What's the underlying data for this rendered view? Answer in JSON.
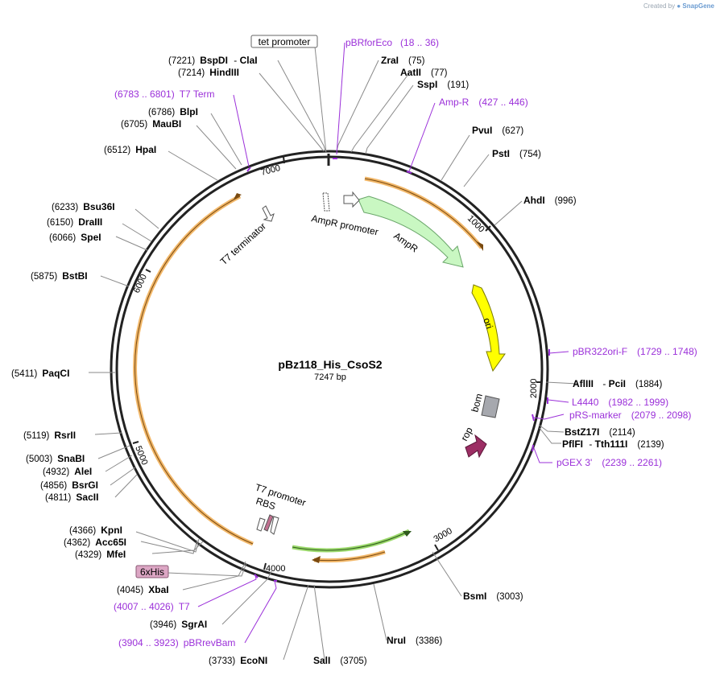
{
  "credit": {
    "prefix": "Created by",
    "brand": "SnapGene"
  },
  "plasmid": {
    "name": "pBz118_His_CsoS2",
    "size_text": "7247 bp"
  },
  "ticks": [
    "1000",
    "2000",
    "3000",
    "4000",
    "5000",
    "6000",
    "7000"
  ],
  "sites": [
    {
      "pos": "(7221)",
      "name": "BspDI",
      "name2": "ClaI"
    },
    {
      "pos": "(7214)",
      "name": "HindIII"
    },
    {
      "pos": "(75)",
      "name": "ZraI"
    },
    {
      "pos": "(77)",
      "name": "AatII"
    },
    {
      "pos": "(191)",
      "name": "SspI"
    },
    {
      "pos": "(627)",
      "name": "PvuI"
    },
    {
      "pos": "(754)",
      "name": "PstI"
    },
    {
      "pos": "(996)",
      "name": "AhdI"
    },
    {
      "pos": "(6786)",
      "name": "BlpI"
    },
    {
      "pos": "(6705)",
      "name": "MauBI"
    },
    {
      "pos": "(6512)",
      "name": "HpaI"
    },
    {
      "pos": "(6233)",
      "name": "Bsu36I"
    },
    {
      "pos": "(6150)",
      "name": "DraIII"
    },
    {
      "pos": "(6066)",
      "name": "SpeI"
    },
    {
      "pos": "(5875)",
      "name": "BstBI"
    },
    {
      "pos": "(5411)",
      "name": "PaqCI"
    },
    {
      "pos": "(5119)",
      "name": "RsrII"
    },
    {
      "pos": "(5003)",
      "name": "SnaBI"
    },
    {
      "pos": "(4932)",
      "name": "AleI"
    },
    {
      "pos": "(4856)",
      "name": "BsrGI"
    },
    {
      "pos": "(4811)",
      "name": "SacII"
    },
    {
      "pos": "(4366)",
      "name": "KpnI"
    },
    {
      "pos": "(4362)",
      "name": "Acc65I"
    },
    {
      "pos": "(4329)",
      "name": "MfeI"
    },
    {
      "pos": "(4045)",
      "name": "XbaI"
    },
    {
      "pos": "(3946)",
      "name": "SgrAI"
    },
    {
      "pos": "(3733)",
      "name": "EcoNI"
    },
    {
      "pos": "(3705)",
      "name": "SalI"
    },
    {
      "pos": "(3386)",
      "name": "NruI"
    },
    {
      "pos": "(3003)",
      "name": "BsmI"
    },
    {
      "pos": "(1884)",
      "name": "AflIII",
      "name2": "PciI"
    },
    {
      "pos": "(2114)",
      "name": "BstZ17I"
    },
    {
      "pos": "(2139)",
      "name": "PflFI",
      "name2": "Tth111I"
    }
  ],
  "primers": [
    {
      "name": "pBRforEco",
      "range": "(18 .. 36)"
    },
    {
      "name": "Amp-R",
      "range": "(427 .. 446)"
    },
    {
      "name": "T7 Term",
      "range": "(6783 .. 6801)"
    },
    {
      "name": "pBR322ori-F",
      "range": "(1729 .. 1748)"
    },
    {
      "name": "L4440",
      "range": "(1982 .. 1999)"
    },
    {
      "name": "pRS-marker",
      "range": "(2079 .. 2098)"
    },
    {
      "name": "pGEX 3'",
      "range": "(2239 .. 2261)"
    },
    {
      "name": "T7",
      "range": "(4007 .. 4026)"
    },
    {
      "name": "pBRrevBam",
      "range": "(3904 .. 3923)"
    }
  ],
  "boxed_features": [
    {
      "label": "tet promoter"
    },
    {
      "label": "6xHis"
    }
  ],
  "features": [
    {
      "label": "AmpR promoter"
    },
    {
      "label": "AmpR"
    },
    {
      "label": "ori"
    },
    {
      "label": "bom"
    },
    {
      "label": "rop"
    },
    {
      "label": "T7 terminator"
    },
    {
      "label": "T7 promoter"
    },
    {
      "label": "RBS"
    }
  ],
  "colors": {
    "ampr": "#c9f7c2",
    "ampr_stroke": "#6aa66a",
    "ori": "#ffff00",
    "bom": "#a6a8ae",
    "rop": "#9c2e64",
    "orf_orange": "#f2b86a",
    "orf_green": "#9bd96b",
    "primer": "#9b30d9",
    "backbone": "#222222"
  }
}
